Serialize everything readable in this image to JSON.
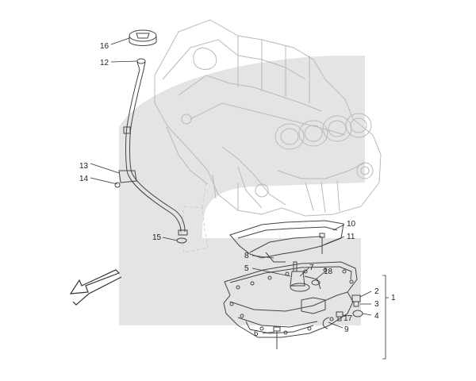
{
  "colors": {
    "watermark": "#e4e4e4",
    "engine_lines": "#bdbdbd",
    "part_lines": "#444444",
    "leader_lines": "#333333",
    "text": "#222222"
  },
  "callouts": {
    "c1": "1",
    "c2": "2",
    "c3": "3",
    "c4": "4",
    "c5": "5",
    "c6": "6",
    "c7": "7",
    "c8": "8",
    "c9": "9",
    "c10": "10",
    "c11": "11",
    "c12": "12",
    "c13": "13",
    "c14": "14",
    "c15": "15",
    "c16": "16",
    "c17": "17",
    "c18": "18"
  },
  "icons": {
    "direction_arrow": "front-direction-arrow-icon"
  }
}
